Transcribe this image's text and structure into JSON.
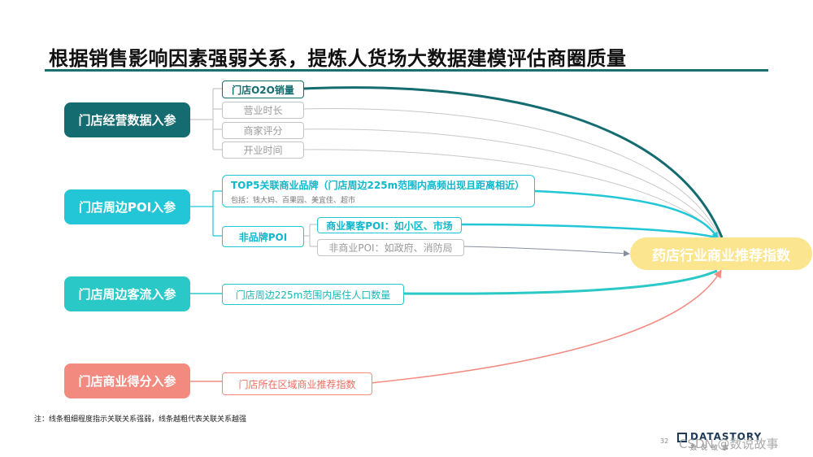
{
  "title": "根据销售影响因素强弱关系，提炼人货场大数据建模评估商圈质量",
  "categories": {
    "ops": "门店经营数据入参",
    "poi": "门店周边POI入参",
    "traffic": "门店周边客流入参",
    "business": "门店商业得分入参"
  },
  "factors": {
    "o2o_sales": "门店O2O销量",
    "hours": "营业时长",
    "rating": "商家评分",
    "open_time": "开业时间",
    "top5_title": "TOP5关联商业品牌（门店周边225m范围内高频出现且距离相近）",
    "top5_sub": "包括：钱大妈、百果园、美宜佳、超市",
    "non_brand": "非品牌POI",
    "commercial_poi": "商业聚客POI：如小区、市场",
    "non_commercial_poi": "非商业POI：如政府、消防局",
    "population": "门店周边225m范围内居住人口数量",
    "area_index": "门店所在区域商业推荐指数"
  },
  "target": "药店行业商业推荐指数",
  "note": "注：线条粗细程度指示关联关系强弱，线条越粗代表关联关系越强",
  "page_number": "32",
  "logo": {
    "word": "DATASTORY",
    "sub": "数说故事"
  },
  "watermark": "CSDN @数说故事",
  "colors": {
    "dark_teal": "#146c70",
    "cyan": "#22c6d6",
    "teal": "#2bc8c8",
    "coral": "#f38a80",
    "gray": "#c4c4c4",
    "target_yellow": "#fbe58e"
  }
}
